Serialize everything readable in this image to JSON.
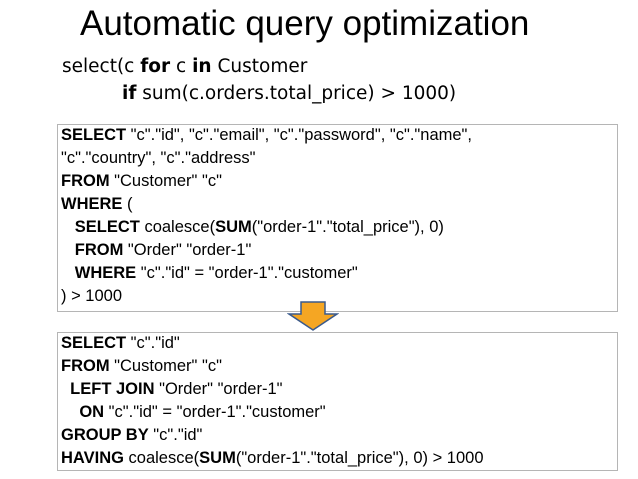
{
  "slide": {
    "title": "Automatic query optimization"
  },
  "python": {
    "l1": {
      "a": "select(c ",
      "k1": "for",
      "b": " c ",
      "k2": "in",
      "c": " Customer"
    },
    "l2": {
      "k1": "if",
      "a": " sum(c.orders.total_price) > 1000)"
    }
  },
  "sql1": {
    "l1": {
      "k": "SELECT",
      "t": " \"c\".\"id\", \"c\".\"email\", \"c\".\"password\", \"c\".\"name\","
    },
    "l2": {
      "t": "\"c\".\"country\", \"c\".\"address\""
    },
    "l3": {
      "k": "FROM",
      "t": " \"Customer\" \"c\""
    },
    "l4": {
      "k": "WHERE",
      "t": " ("
    },
    "l5": {
      "i": "   ",
      "k1": "SELECT",
      "a": " coalesce(",
      "k2": "SUM",
      "b": "(\"order-1\".\"total_price\"), 0)"
    },
    "l6": {
      "i": "   ",
      "k": "FROM",
      "t": " \"Order\" \"order-1\""
    },
    "l7": {
      "i": "   ",
      "k": "WHERE",
      "t": " \"c\".\"id\" = \"order-1\".\"customer\""
    },
    "l8": {
      "t": ") > 1000"
    }
  },
  "sql2": {
    "l1": {
      "k": "SELECT",
      "t": " \"c\".\"id\""
    },
    "l2": {
      "k": "FROM",
      "t": " \"Customer\" \"c\""
    },
    "l3": {
      "i": "  ",
      "k": "LEFT JOIN",
      "t": " \"Order\" \"order-1\""
    },
    "l4": {
      "i": "    ",
      "k": "ON",
      "t": " \"c\".\"id\" = \"order-1\".\"customer\""
    },
    "l5": {
      "k": "GROUP BY",
      "t": " \"c\".\"id\""
    },
    "l6": {
      "k": "HAVING",
      "a": " coalesce(",
      "k2": "SUM",
      "b": "(\"order-1\".\"total_price\"), 0) > 1000"
    }
  },
  "colors": {
    "arrow_fill": "#f5a623",
    "arrow_stroke": "#3a5a8c",
    "box_border": "#b5b5b5"
  },
  "icons": {
    "arrow": "down-arrow-icon"
  }
}
